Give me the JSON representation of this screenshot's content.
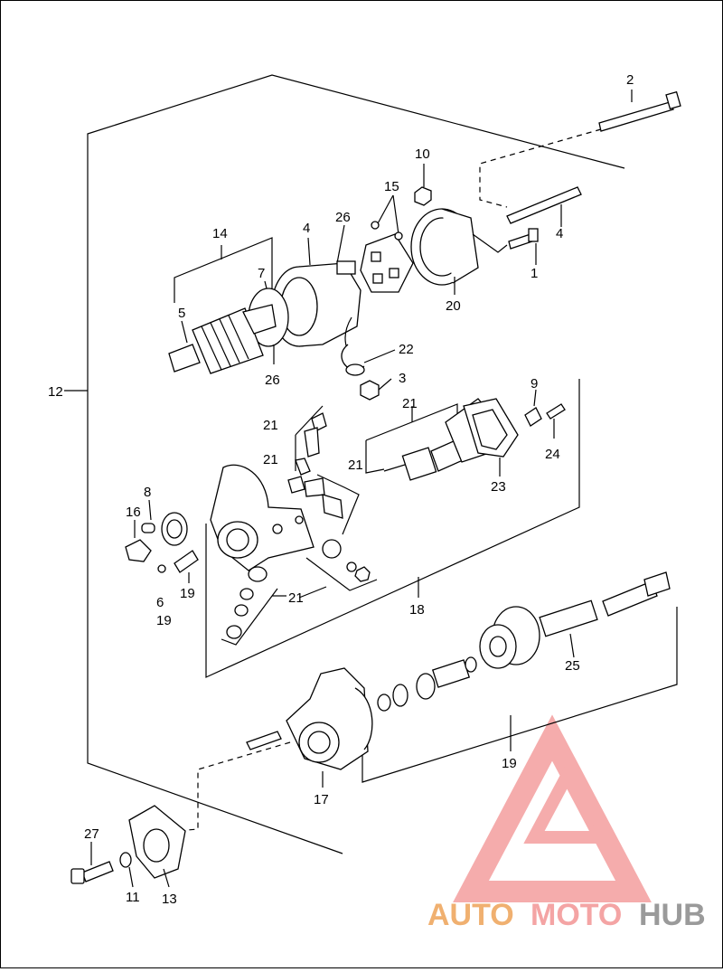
{
  "callouts": {
    "c1": "1",
    "c2": "2",
    "c3": "3",
    "c4a": "4",
    "c4b": "4",
    "c5": "5",
    "c6": "6",
    "c7": "7",
    "c8": "8",
    "c9": "9",
    "c10": "10",
    "c11": "11",
    "c12": "12",
    "c13": "13",
    "c14": "14",
    "c15": "15",
    "c16": "16",
    "c17": "17",
    "c18": "18",
    "c19a": "19",
    "c19b": "19",
    "c19c": "19",
    "c20": "20",
    "c21a": "21",
    "c21b": "21",
    "c21c": "21",
    "c21d": "21",
    "c21e": "21",
    "c22": "22",
    "c23": "23",
    "c24": "24",
    "c25": "25",
    "c26a": "26",
    "c26b": "26",
    "c27": "27"
  },
  "watermark": {
    "part1": "AUTO",
    "part2": "MOTO",
    "part3": "HUB",
    "color_primary": "#f0a070",
    "color_secondary": "#f4a4a4",
    "color_dark": "#9a9a9a"
  }
}
